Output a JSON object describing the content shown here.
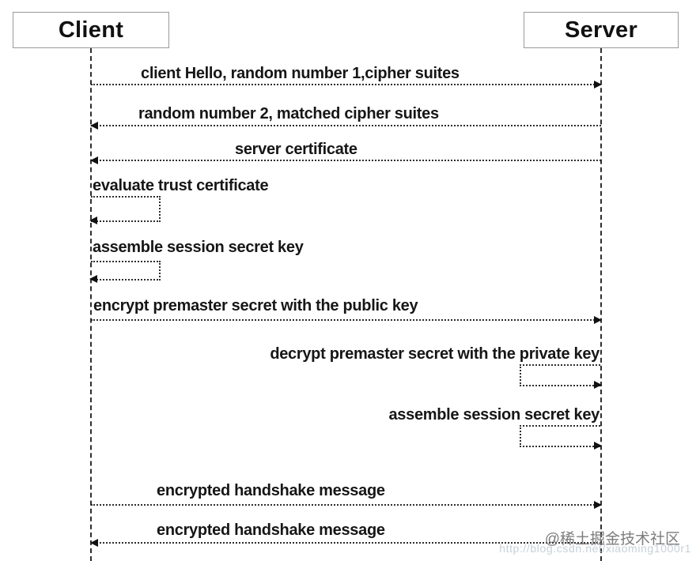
{
  "diagram": {
    "type": "sequence",
    "actors": [
      {
        "id": "client",
        "label": "Client"
      },
      {
        "id": "server",
        "label": "Server"
      }
    ],
    "messages": [
      {
        "label": "client Hello, random number 1,cipher suites",
        "from": "Client",
        "to": "Server",
        "kind": "message"
      },
      {
        "label": "random number 2, matched cipher suites",
        "from": "Server",
        "to": "Client",
        "kind": "message"
      },
      {
        "label": "server certificate",
        "from": "Server",
        "to": "Client",
        "kind": "message"
      },
      {
        "label": "evaluate trust certificate",
        "from": "Client",
        "to": "Client",
        "kind": "self"
      },
      {
        "label": "assemble session secret key",
        "from": "Client",
        "to": "Client",
        "kind": "self"
      },
      {
        "label": "encrypt premaster secret with the public key",
        "from": "Client",
        "to": "Server",
        "kind": "message"
      },
      {
        "label": "decrypt premaster secret with the private key",
        "from": "Server",
        "to": "Server",
        "kind": "self"
      },
      {
        "label": "assemble session secret key",
        "from": "Server",
        "to": "Server",
        "kind": "self"
      },
      {
        "label": "encrypted handshake message",
        "from": "Client",
        "to": "Server",
        "kind": "message"
      },
      {
        "label": "encrypted handshake message",
        "from": "Server",
        "to": "Client",
        "kind": "message"
      }
    ],
    "watermark": {
      "community": "@稀土掘金技术社区",
      "url": "http://blog.csdn.net/xiaoming1000r1"
    },
    "colors": {
      "line": "#2e2e2e",
      "text": "#161616",
      "box_border": "#9a9a9a",
      "watermark": "#7d7d7d",
      "watermark_url": "#bccad2",
      "background": "#ffffff"
    }
  }
}
